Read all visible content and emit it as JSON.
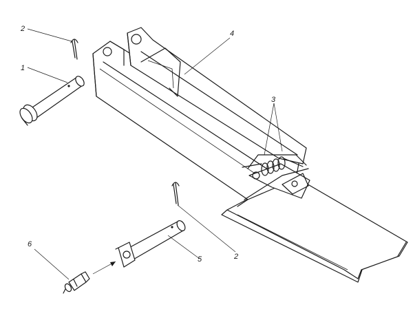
{
  "callouts": [
    {
      "id": "c2a",
      "text": "2"
    },
    {
      "id": "c1",
      "text": "1"
    },
    {
      "id": "c4",
      "text": "4"
    },
    {
      "id": "c3",
      "text": "3"
    },
    {
      "id": "c6",
      "text": "6"
    },
    {
      "id": "c5",
      "text": "5"
    },
    {
      "id": "c2b",
      "text": "2"
    }
  ],
  "colors": {
    "line": "#1a1a1a",
    "background": "#ffffff"
  }
}
